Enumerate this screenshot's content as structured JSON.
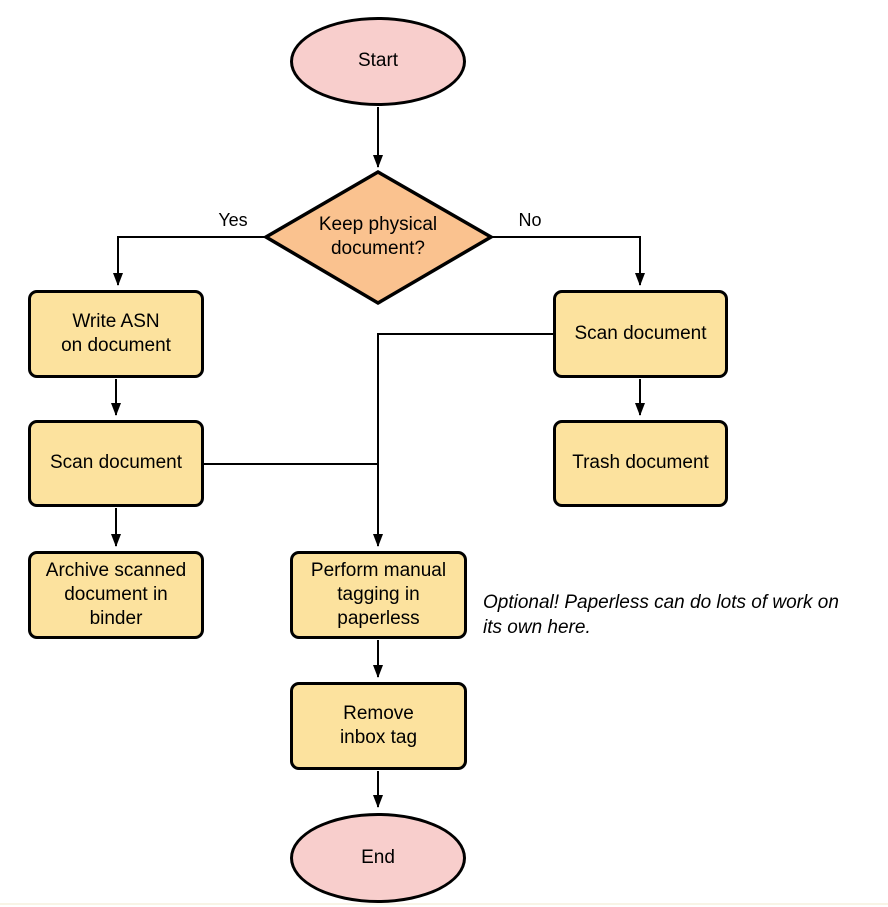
{
  "colors": {
    "background": "#ffffff",
    "terminator_fill": "#f8cecc",
    "decision_fill": "#fac28f",
    "process_fill": "#fce29e",
    "stroke": "#000000",
    "footer_line": "#f8f4e6"
  },
  "nodes": {
    "start": "Start",
    "decision": "Keep physical\ndocument?",
    "write_asn": "Write ASN\non document",
    "scan_left": "Scan document",
    "archive": "Archive scanned\ndocument in\nbinder",
    "scan_right": "Scan document",
    "trash": "Trash document",
    "perform_tagging": "Perform manual\ntagging in\npaperless",
    "remove_inbox": "Remove\ninbox tag",
    "end": "End"
  },
  "edge_labels": {
    "yes": "Yes",
    "no": "No"
  },
  "annotation": "Optional! Paperless can do lots of work on\nits own here."
}
